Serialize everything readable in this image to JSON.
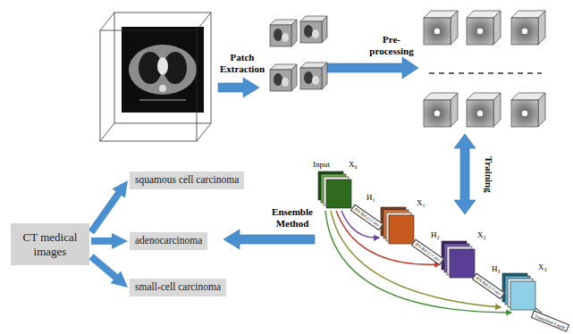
{
  "diagram": {
    "nodes": [
      {
        "text": [
          "CT medical images"
        ]
      },
      {
        "text": [
          "squamous cell carcinoma"
        ]
      },
      {
        "text": [
          "adenocarcinoma"
        ]
      },
      {
        "text": [
          "small-cell carcinoma"
        ]
      }
    ],
    "edges": [
      {
        "from": 0,
        "to": 1,
        "arrow": "to"
      },
      {
        "from": 0,
        "to": 2,
        "arrow": "to"
      },
      {
        "from": 0,
        "to": 3,
        "arrow": "to"
      }
    ],
    "labels": [
      "Patch Extraction",
      "Pre- processing",
      "Training",
      "Ensemble Method",
      "Input",
      "X₀",
      "H₁",
      "BN-ReLU-Conv",
      "X₁",
      "H₂",
      "BN-ReLU-Conv",
      "X₂",
      "H₃",
      "BN-ReLU-Conv",
      "X₃",
      "Transition Layer"
    ]
  }
}
